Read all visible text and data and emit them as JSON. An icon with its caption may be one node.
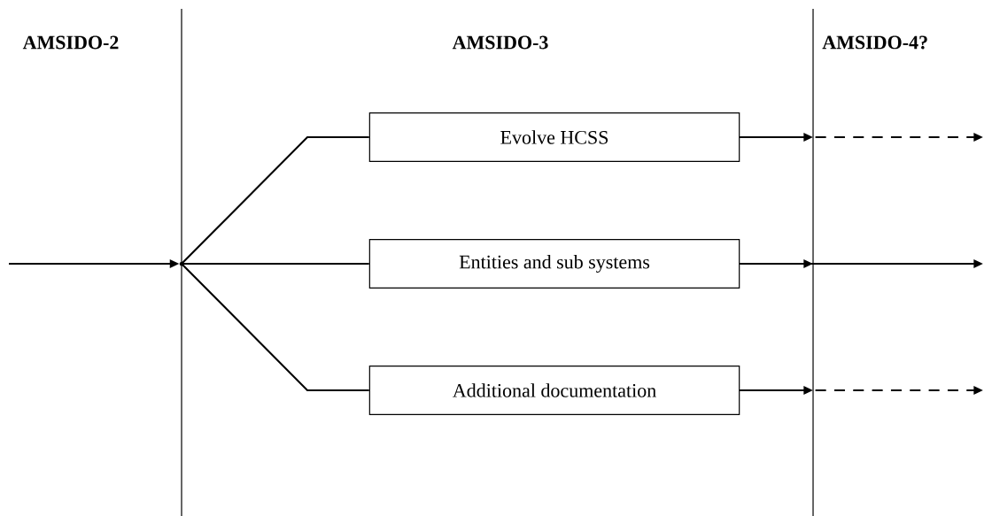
{
  "diagram": {
    "nodes": [
      {
        "text": [
          "Evolve HCSS"
        ]
      },
      {
        "text": [
          "Entities and sub systems"
        ]
      },
      {
        "text": [
          "Additional documentation"
        ]
      },
      {
        "text": [],
        "shape": "dot"
      }
    ],
    "edges": [
      {
        "from": null,
        "to": 3,
        "arrow": "to"
      },
      {
        "from": 3,
        "to": 0,
        "arrow": "none"
      },
      {
        "from": 3,
        "to": 1,
        "arrow": "none"
      },
      {
        "from": 3,
        "to": 2,
        "arrow": "none"
      },
      {
        "from": 0,
        "to": null,
        "arrow": "to"
      },
      {
        "from": 1,
        "to": null,
        "arrow": "to"
      },
      {
        "from": 2,
        "to": null,
        "arrow": "to"
      },
      {
        "from": 0,
        "to": null,
        "arrow": "to",
        "style": "dashed"
      },
      {
        "from": 1,
        "to": null,
        "arrow": "to"
      },
      {
        "from": 2,
        "to": null,
        "arrow": "to",
        "style": "dashed"
      }
    ],
    "labels": [
      "AMSIDO-2",
      "AMSIDO-3",
      "AMSIDO-4?"
    ]
  }
}
